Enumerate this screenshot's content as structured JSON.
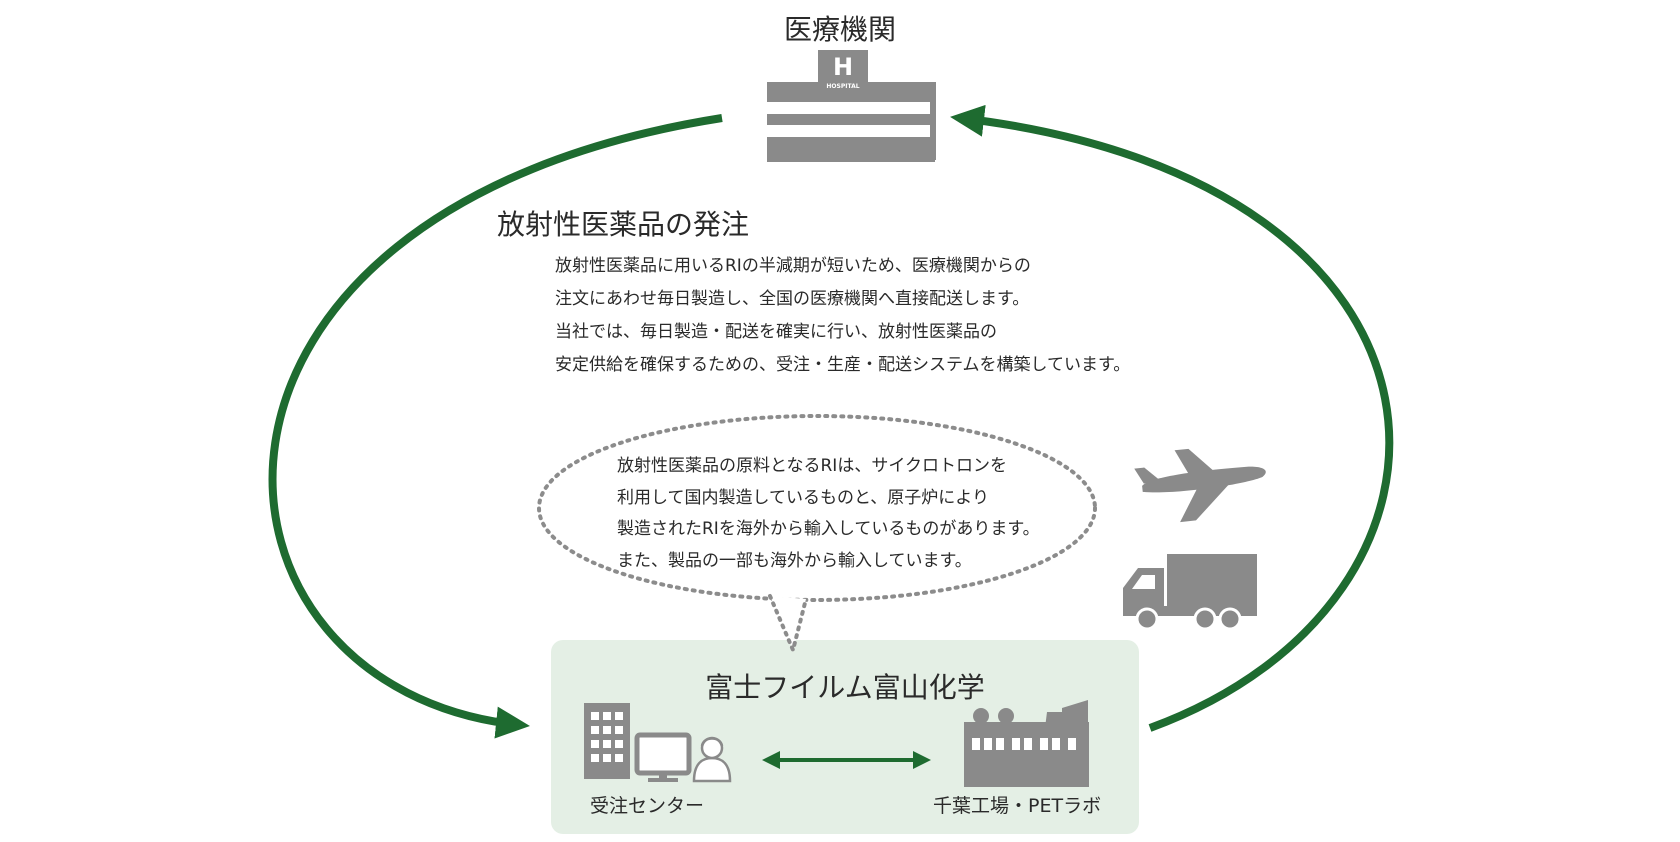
{
  "hospital": {
    "title": "医療機関",
    "sign_letter": "H",
    "sign_text": "HOSPITAL",
    "icon": "hospital-icon"
  },
  "order": {
    "heading": "放射性医薬品の発注",
    "description": [
      "放射性医薬品に用いるRIの半減期が短いため、医療機関からの",
      "注文にあわせ毎日製造し、全国の医療機関へ直接配送します。",
      "当社では、毎日製造・配送を確実に行い、放射性医薬品の",
      "安定供給を確保するための、受注・生産・配送システムを構築しています。"
    ]
  },
  "speech_bubble": {
    "lines": [
      "放射性医薬品の原料となるRIは、サイクロトロンを",
      "利用して国内製造しているものと、原子炉により",
      "製造されたRIを海外から輸入しているものがあります。",
      "また、製品の一部も海外から輸入しています。"
    ]
  },
  "company": {
    "title": "富士フイルム富山化学",
    "order_center_label": "受注センター",
    "factory_label": "千葉工場・PETラボ",
    "icons": [
      "office-building-icon",
      "computer-monitor-icon",
      "operator-person-icon",
      "factory-icon"
    ]
  },
  "transport_icons": [
    "airplane-icon",
    "truck-icon"
  ],
  "colors": {
    "arrow_green": "#1e6b30",
    "icon_gray": "#8a8a8a",
    "panel_green": "#e4efe5",
    "dotted_gray": "#8c8c8c",
    "text": "#2a2a2a"
  }
}
